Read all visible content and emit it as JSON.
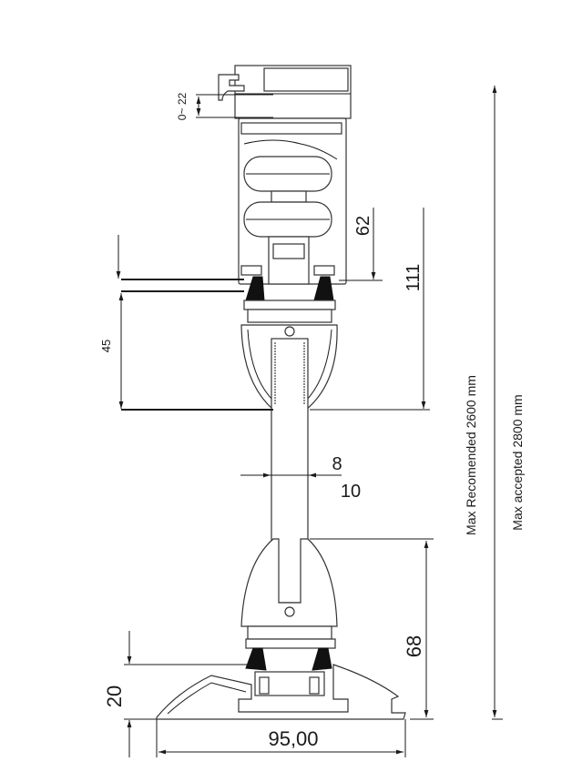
{
  "drawing": {
    "title": "Glass railing cross-section",
    "dimensions": {
      "adjust": "0~ 22",
      "d62": "62",
      "d111": "111",
      "d45": "45",
      "glass_inner": "8",
      "glass_outer": "10",
      "d68": "68",
      "d20": "20",
      "width": "95,00",
      "max_recommended": "Max Recomended 2600 mm",
      "max_accepted": "Max accepted 2800 mm"
    }
  }
}
